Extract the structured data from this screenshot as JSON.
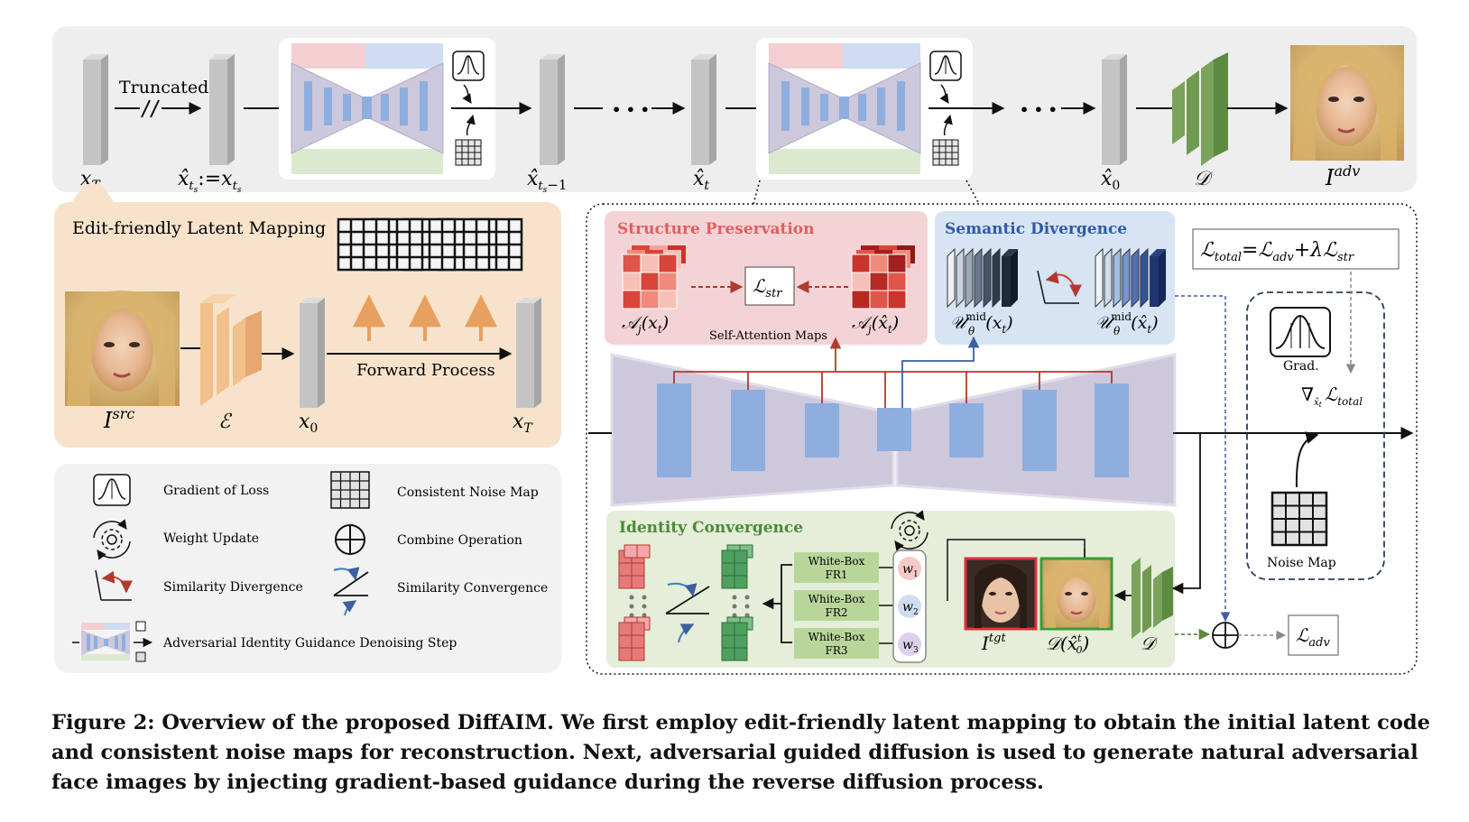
{
  "labels": {
    "x_T": "x",
    "x_T_sub": "T",
    "truncated": "Truncated",
    "xhat_ts": "x̂",
    "xhat_ts_sub": "t",
    "xhat_ts_subsub": "s",
    "assign": ":=",
    "x_ts": "x",
    "x_ts_sub": "t",
    "x_ts_subsub": "s",
    "xhat_ts1": "x̂",
    "xhat_ts1_sub": "t",
    "xhat_ts1_subsub": "s",
    "xhat_ts1_minus": "−1",
    "xhat_t": "x̂",
    "xhat_t_sub": "t",
    "xhat_0": "x̂",
    "xhat_0_sub": "0",
    "decoder": "𝒟",
    "i_adv": "I",
    "i_adv_sup": "adv",
    "dots": "• • •"
  },
  "edit_panel": {
    "title": "Edit-friendly Latent Mapping",
    "i_src": "I",
    "i_src_sup": "src",
    "encoder": "ℰ",
    "x_0": "x",
    "x_0_sub": "0",
    "forward": "Forward Process",
    "x_T": "x",
    "x_T_sub": "T"
  },
  "legend": {
    "gradient": "Gradient of Loss",
    "weight": "Weight Update",
    "sim_div": "Similarity Divergence",
    "noise": "Consistent Noise Map",
    "combine": "Combine Operation",
    "sim_conv": "Similarity Convergence",
    "aig_step": "Adversarial Identity Guidance Denoising Step"
  },
  "structure": {
    "title": "Structure Preservation",
    "a_left": "𝒜",
    "a_left_sub": "j",
    "a_left_arg": "(x",
    "a_left_argsub": "t",
    "a_left_close": ")",
    "l_str": "ℒ",
    "l_str_sub": "str",
    "a_right": "𝒜",
    "a_right_sub": "j",
    "a_right_arg": "(x̂",
    "a_right_argsub": "t",
    "a_right_close": ")",
    "sa_maps": "Self-Attention Maps"
  },
  "semantic": {
    "title": "Semantic Divergence",
    "u_left": "𝒰",
    "u_left_sup": "mid",
    "u_left_sub": "θ",
    "u_left_arg": "(x",
    "u_left_argsub": "t",
    "u_left_close": ")",
    "u_right": "𝒰",
    "u_right_sup": "mid",
    "u_right_sub": "θ",
    "u_right_arg": "(x̂",
    "u_right_argsub": "t",
    "u_right_close": ")"
  },
  "loss": {
    "l_total": "ℒ",
    "l_total_sub": "total",
    "eq": "=",
    "l_adv": "ℒ",
    "l_adv_sub": "adv",
    "plus": "+λ",
    "l_str": "ℒ",
    "l_str_sub": "str",
    "grad_label": "Grad.",
    "nabla": "∇",
    "nabla_sub": "x̂",
    "nabla_subsub": "t",
    "nabla_l": "ℒ",
    "nabla_l_sub": "total",
    "noise_map": "Noise Map",
    "l_adv_box": "ℒ",
    "l_adv_box_sub": "adv"
  },
  "identity": {
    "title": "Identity Convergence",
    "wb1_line1": "White-Box",
    "wb1_line2": "FR1",
    "wb2_line1": "White-Box",
    "wb2_line2": "FR2",
    "wb3_line1": "White-Box",
    "wb3_line2": "FR3",
    "w1": "w",
    "w1_sub": "1",
    "w2": "w",
    "w2_sub": "2",
    "w3": "w",
    "w3_sub": "3",
    "i_tgt": "I",
    "i_tgt_sup": "tgt",
    "d_x0": "𝒟(x̂",
    "d_x0_sup": "t",
    "d_x0_sub": "0",
    "d_x0_close": ")",
    "decoder": "𝒟"
  },
  "caption": "Figure 2: Overview of the proposed DiffAIM. We first employ edit-friendly latent mapping to obtain the initial latent code and consistent noise maps for reconstruction. Next, adversarial guided diffusion is used to generate natural adversarial face images by injecting gradient-based guidance during the reverse diffusion process.",
  "colors": {
    "unet_body": "#cdc8dc",
    "unet_block": "#8eaedf",
    "structure_bg": "#f4d3d6",
    "structure_title": "#e0605c",
    "semantic_bg": "#d6e4f4",
    "semantic_title": "#2f5aa8",
    "identity_bg": "#e4eed8",
    "identity_title": "#4a8a3a",
    "edit_bg": "#f7e3cc",
    "top_bg": "#eeeeee",
    "legend_bg": "#f2f2f2",
    "decoder_green": "#7aa35c",
    "encoder_orange": "#f2c08a"
  }
}
